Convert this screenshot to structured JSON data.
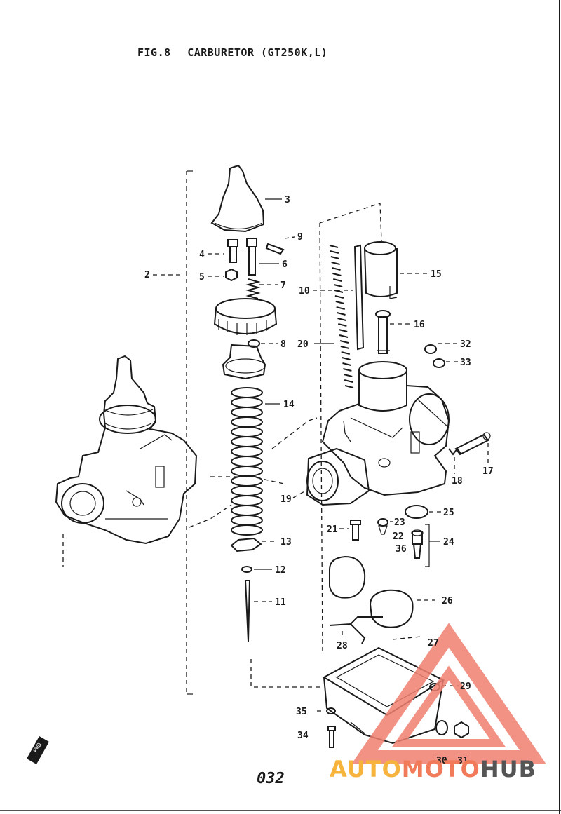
{
  "title": {
    "fig": "FIG.8",
    "name": "CARBURETOR (GT250K,L)"
  },
  "page_number": "032",
  "watermark": {
    "part1": "AUTO",
    "part2": "MOTO",
    "part3": "HUB"
  },
  "fwd_label": "FWD",
  "callouts": {
    "c2": "2",
    "c3": "3",
    "c4": "4",
    "c5": "5",
    "c6": "6",
    "c7": "7",
    "c8": "8",
    "c9": "9",
    "c10": "10",
    "c11": "11",
    "c12": "12",
    "c13": "13",
    "c14": "14",
    "c15": "15",
    "c16": "16",
    "c17": "17",
    "c18": "18",
    "c19": "19",
    "c20": "20",
    "c21": "21",
    "c22": "22",
    "c23": "23",
    "c24": "24",
    "c25": "25",
    "c26": "26",
    "c27": "27",
    "c28": "28",
    "c29": "29",
    "c30": "30",
    "c31": "31",
    "c32": "32",
    "c33": "33",
    "c34": "34",
    "c35": "35",
    "c36": "36"
  },
  "colors": {
    "ink": "#1a1a1a",
    "watermark_red": "#f08070",
    "watermark_orange": "#f6b43c"
  }
}
